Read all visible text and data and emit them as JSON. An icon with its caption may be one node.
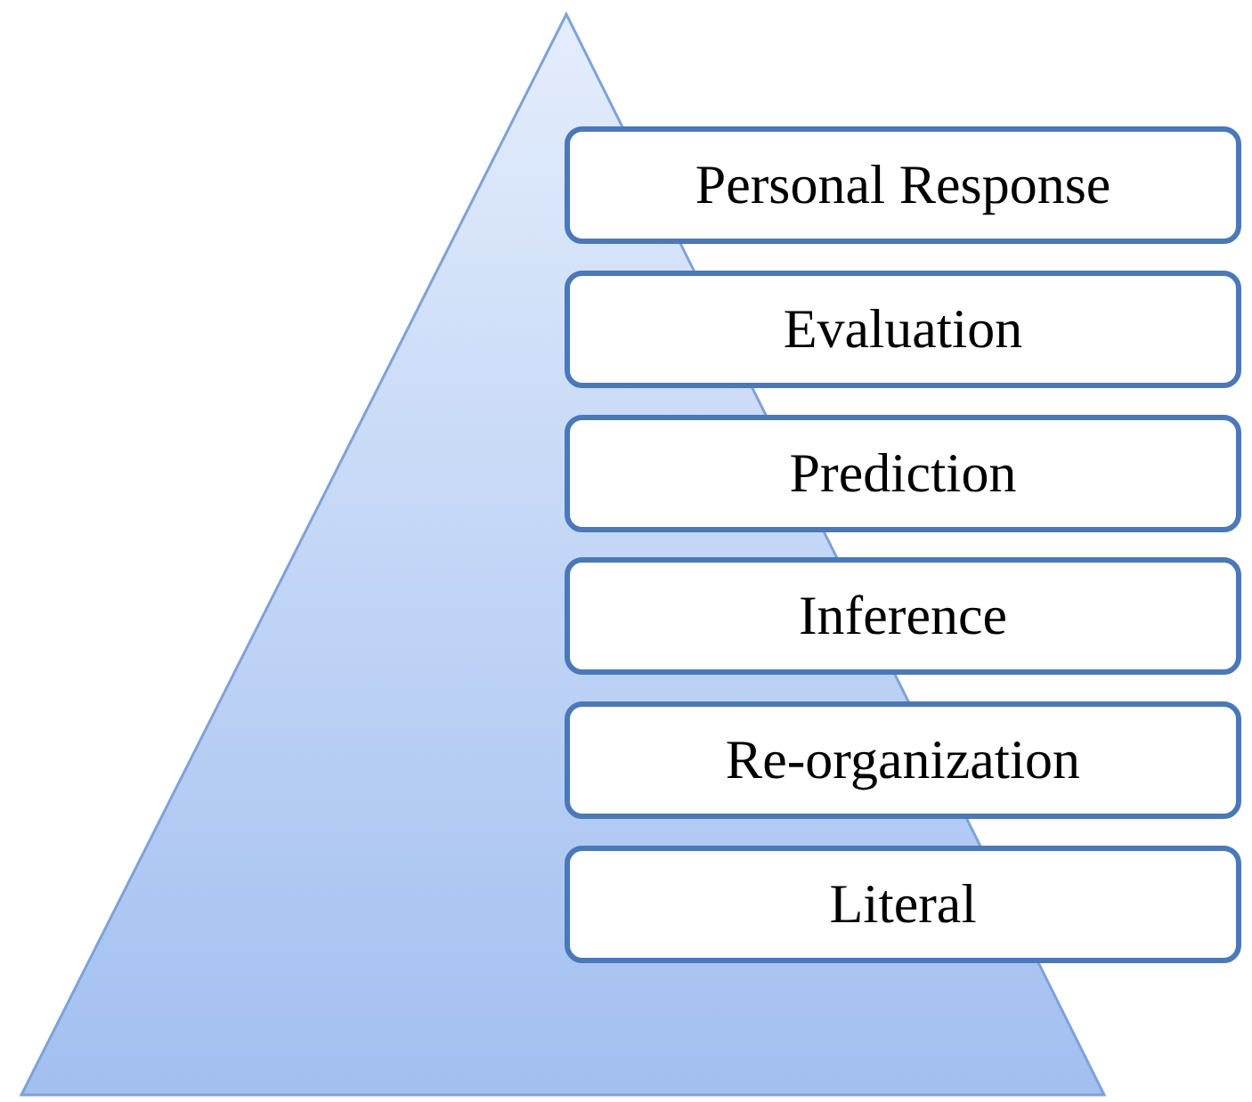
{
  "diagram": {
    "nodes": [
      {
        "text": [
          "Personal Response"
        ]
      },
      {
        "text": [
          "Evaluation"
        ]
      },
      {
        "text": [
          "Prediction"
        ]
      },
      {
        "text": [
          "Inference"
        ]
      },
      {
        "text": [
          "Re-organization"
        ]
      },
      {
        "text": [
          "Literal"
        ]
      }
    ]
  }
}
